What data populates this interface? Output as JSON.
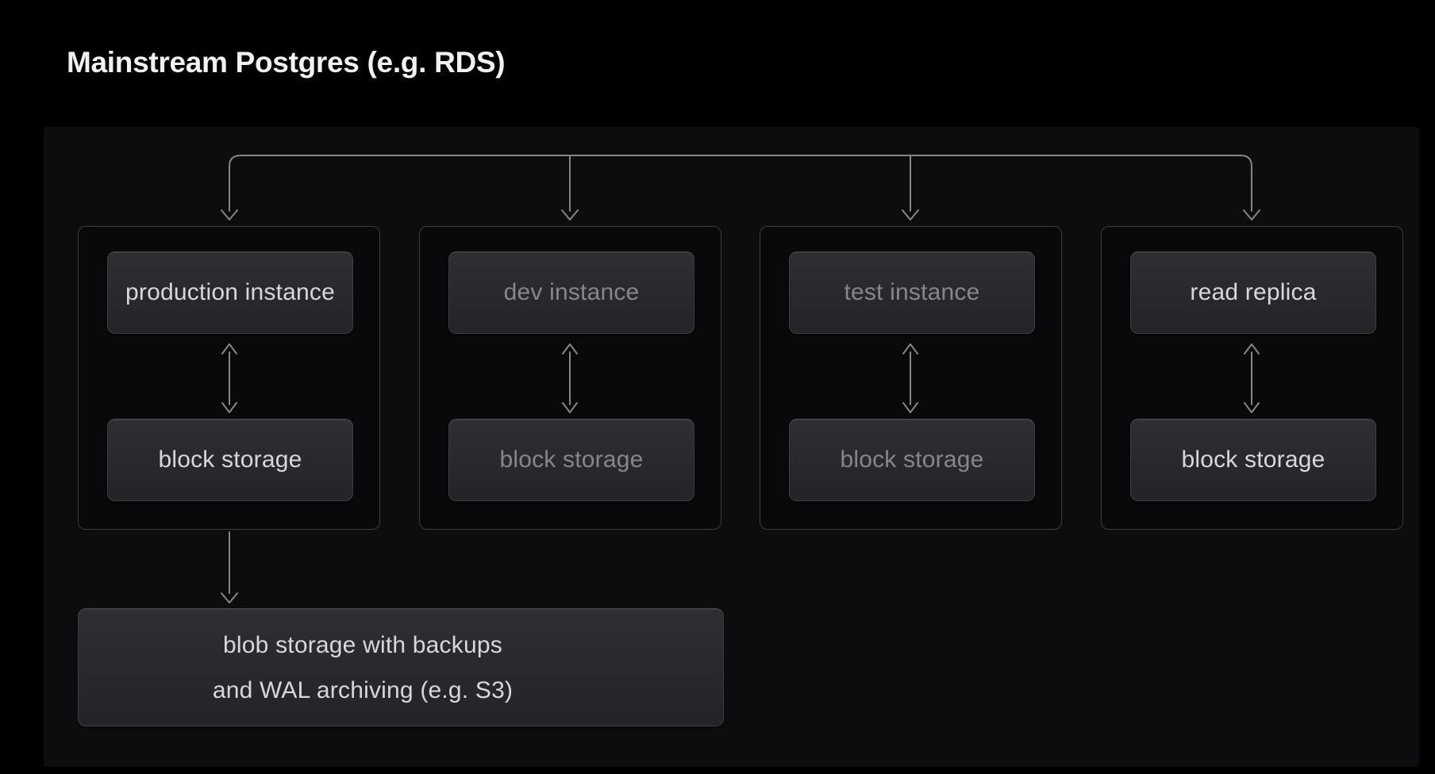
{
  "page": {
    "title": "Mainstream Postgres (e.g. RDS)"
  },
  "diagram": {
    "groups": [
      {
        "name": "production",
        "instance_label": "production instance",
        "storage_label": "block storage",
        "emphasis": "bright"
      },
      {
        "name": "dev",
        "instance_label": "dev instance",
        "storage_label": "block storage",
        "emphasis": "dim"
      },
      {
        "name": "test",
        "instance_label": "test instance",
        "storage_label": "block storage",
        "emphasis": "dim"
      },
      {
        "name": "read-replica",
        "instance_label": "read replica",
        "storage_label": "block storage",
        "emphasis": "bright"
      }
    ],
    "blob_storage": {
      "label_line1": "blob storage with backups",
      "label_line2": "and WAL archiving (e.g. S3)",
      "emphasis": "bright"
    },
    "connector": {
      "type": "fan-out",
      "targets": [
        "production",
        "dev",
        "test",
        "read-replica"
      ]
    },
    "edges": [
      {
        "from": "production instance",
        "to": "block storage",
        "direction": "bidirectional"
      },
      {
        "from": "dev instance",
        "to": "block storage",
        "direction": "bidirectional"
      },
      {
        "from": "test instance",
        "to": "block storage",
        "direction": "bidirectional"
      },
      {
        "from": "read replica",
        "to": "block storage",
        "direction": "bidirectional"
      },
      {
        "from": "production group",
        "to": "blob storage with backups and WAL archiving (e.g. S3)",
        "direction": "down"
      }
    ],
    "colors": {
      "background": "#000000",
      "panel": "#0c0d0e",
      "group_border": "#3a3d41",
      "node_border": "#3c3f43",
      "node_fill_top": "#2d2f33",
      "node_fill_bottom": "#232529",
      "text_bright": "#d7d8da",
      "text_dim": "#85878c",
      "arrow": "#84868a",
      "title_color": "#f0f1f2"
    }
  }
}
